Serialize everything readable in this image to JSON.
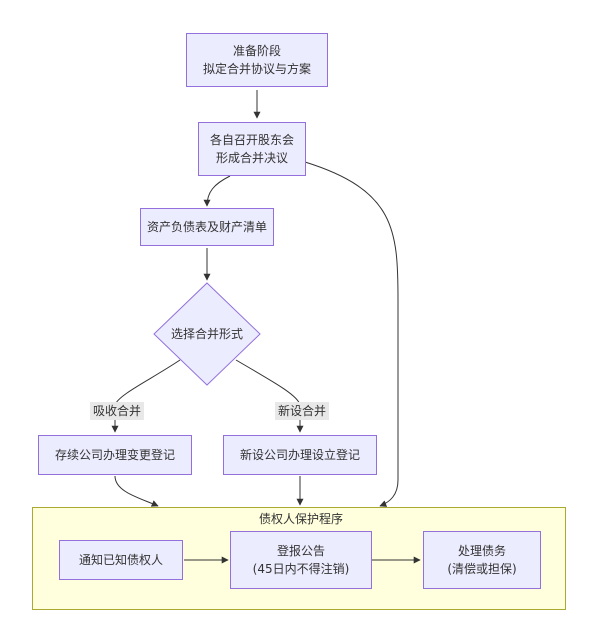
{
  "nodes": {
    "prepare": {
      "line1": "准备阶段",
      "line2": "拟定合并协议与方案"
    },
    "meeting": {
      "line1": "各自召开股东会",
      "line2": "形成合并决议"
    },
    "balance": {
      "label": "资产负债表及财产清单"
    },
    "choose": {
      "label": "选择合并形式"
    },
    "survive": {
      "label": "存续公司办理变更登记"
    },
    "newco": {
      "label": "新设公司办理设立登记"
    },
    "notify": {
      "label": "通知已知债权人"
    },
    "announce": {
      "line1": "登报公告",
      "line2": "(45日内不得注销)"
    },
    "handle": {
      "line1": "处理债务",
      "line2": "(清偿或担保)"
    }
  },
  "edge_labels": {
    "absorb": "吸收合并",
    "new_merge": "新设合并"
  },
  "cluster": {
    "title": "债权人保护程序"
  },
  "colors": {
    "node_fill": "#ECECFF",
    "node_stroke": "#9370DB",
    "cluster_fill": "#ffffde",
    "cluster_stroke": "#aaaa33",
    "edge": "#333333",
    "label_bg": "#e8e8e8"
  }
}
